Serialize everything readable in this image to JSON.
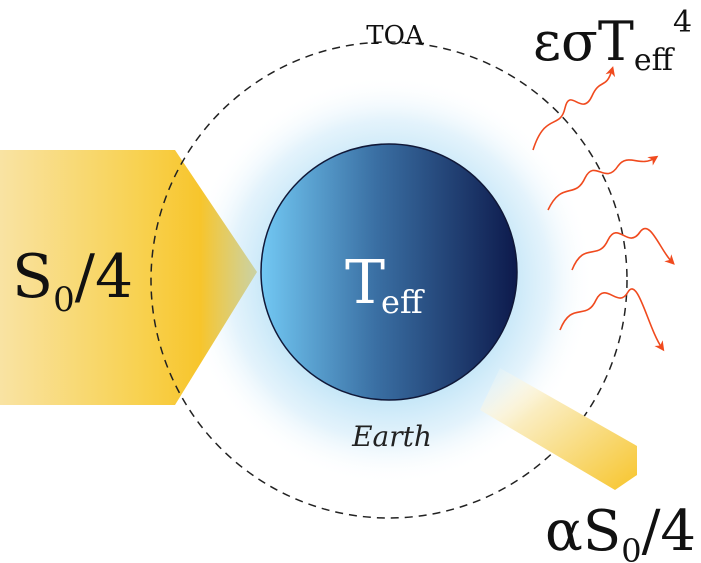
{
  "labels": {
    "toa": "TOA",
    "earth": "Earth",
    "temperature_main": "T",
    "temperature_sub": "eff",
    "incoming_main": "S",
    "incoming_sub": "0",
    "incoming_tail": "/4",
    "reflected_alpha": "α",
    "reflected_main": "S",
    "reflected_sub": "0",
    "reflected_tail": "/4",
    "outgoing_eps_sigma": "εσ",
    "outgoing_T": "T",
    "outgoing_sub": "eff",
    "outgoing_sup": "4"
  },
  "colors": {
    "sun_arrow": "#f9cd3b",
    "earth_light": "#6fc3ef",
    "earth_dark": "#0f1d4f",
    "atmosphere_glow": "#cdeaf8",
    "ir_arrows": "#f04a1e",
    "toa_circle": "#222222"
  }
}
